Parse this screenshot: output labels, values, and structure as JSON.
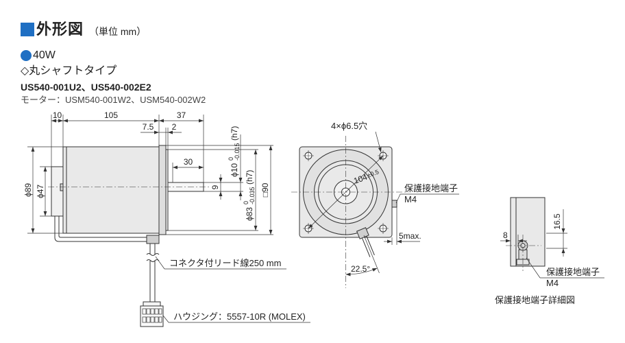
{
  "header": {
    "title": "外形図",
    "unit": "（単位 mm）"
  },
  "colors": {
    "accent": "#1f6fc3",
    "line": "#333333",
    "body_fill": "#e9e9e9"
  },
  "icons": {
    "heading_marker": "square-icon",
    "bullet": "circle-icon"
  },
  "model": {
    "power": "40W",
    "shaft_type": "◇丸シャフトタイプ",
    "products": "US540-001U2、US540-002E2",
    "motor": "モーター：USM540-001W2、USM540-002W2"
  },
  "side_view": {
    "dim_back": "10",
    "dim_body": "105",
    "dim_shaft": "37",
    "dim_flange": "7.5",
    "dim_pilot": "2",
    "dim_30": "30",
    "dim_9": "9",
    "dia_body": "ϕ89",
    "dia_back": "ϕ47",
    "shaft_dia": {
      "nominal": "ϕ10",
      "upper": "0",
      "lower": "-0.015",
      "fit": "(h7)"
    },
    "pilot_dia": {
      "nominal": "ϕ83",
      "upper": "0",
      "lower": "-0.035",
      "fit": "(h7)"
    },
    "flange_square": "□90",
    "lead_wire": "コネクタ付リード線250 mm",
    "housing": "ハウジング：5557-10R (MOLEX)"
  },
  "front_view": {
    "holes": "4×ϕ6.5穴",
    "pcd": "104",
    "pcd_tol": "±0.5",
    "ground_label": "保護接地端子",
    "ground_size": "M4",
    "protrusion": "5max.",
    "cable_angle": "22.5°"
  },
  "detail_view": {
    "height": "16.5",
    "width": "8",
    "ground_label": "保護接地端子",
    "ground_size": "M4",
    "caption": "保護接地端子詳細図"
  }
}
